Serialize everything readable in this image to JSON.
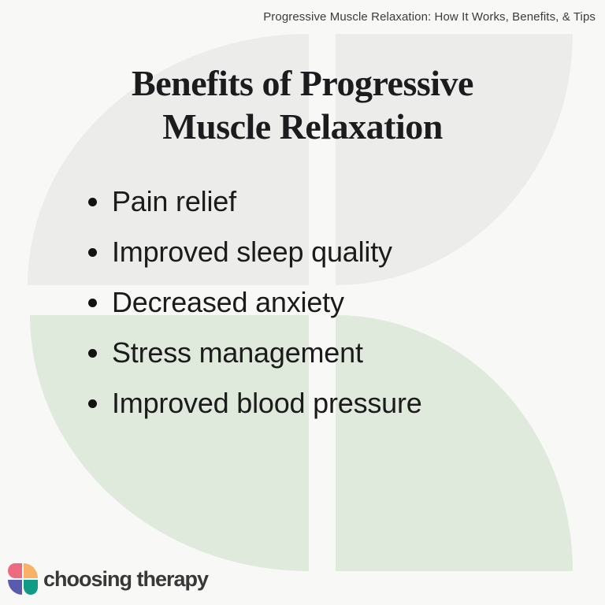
{
  "header": {
    "breadcrumb": "Progressive Muscle Relaxation: How It Works, Benefits, & Tips"
  },
  "main": {
    "title_line1": "Benefits of Progressive",
    "title_line2": "Muscle Relaxation",
    "bullets": [
      "Pain relief",
      "Improved sleep quality",
      "Decreased anxiety",
      "Stress management",
      "Improved blood pressure"
    ]
  },
  "footer": {
    "brand_name": "choosing therapy",
    "logo_icon": "four-petal-leaf-mark"
  },
  "colors": {
    "background": "#f8f8f7",
    "leaf_gray": "#ececeb",
    "leaf_green": "#dfe9dc",
    "title_text": "#1c1c1e",
    "body_text": "#1b1b1b",
    "header_text": "#3c3c3c",
    "logo_text": "#383838",
    "logo_pink": "#ec6b80",
    "logo_orange": "#f8b166",
    "logo_purple": "#5a5aae",
    "logo_teal": "#0f9b85"
  }
}
